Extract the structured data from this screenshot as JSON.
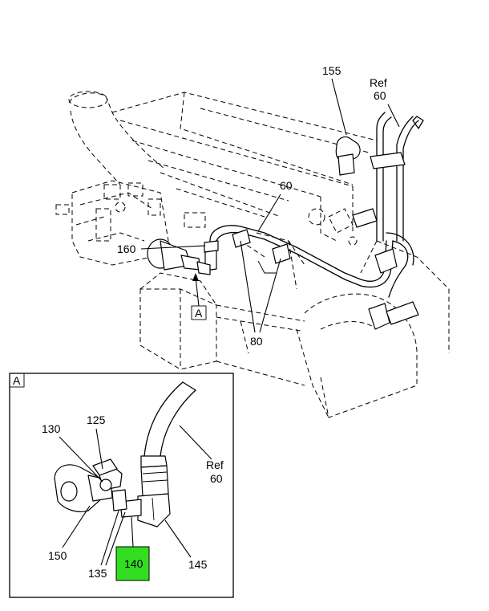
{
  "callouts": {
    "p155": "155",
    "ref60_top_a": "Ref",
    "ref60_top_b": "60",
    "p60": "60",
    "p160": "160",
    "view_a": "A",
    "p80": "80",
    "inset_a": "A",
    "p130": "130",
    "p125": "125",
    "ref60_inset_a": "Ref",
    "ref60_inset_b": "60",
    "p150": "150",
    "p135": "135",
    "p140": "140",
    "p145": "145"
  },
  "colors": {
    "highlight": "#33dd22"
  }
}
